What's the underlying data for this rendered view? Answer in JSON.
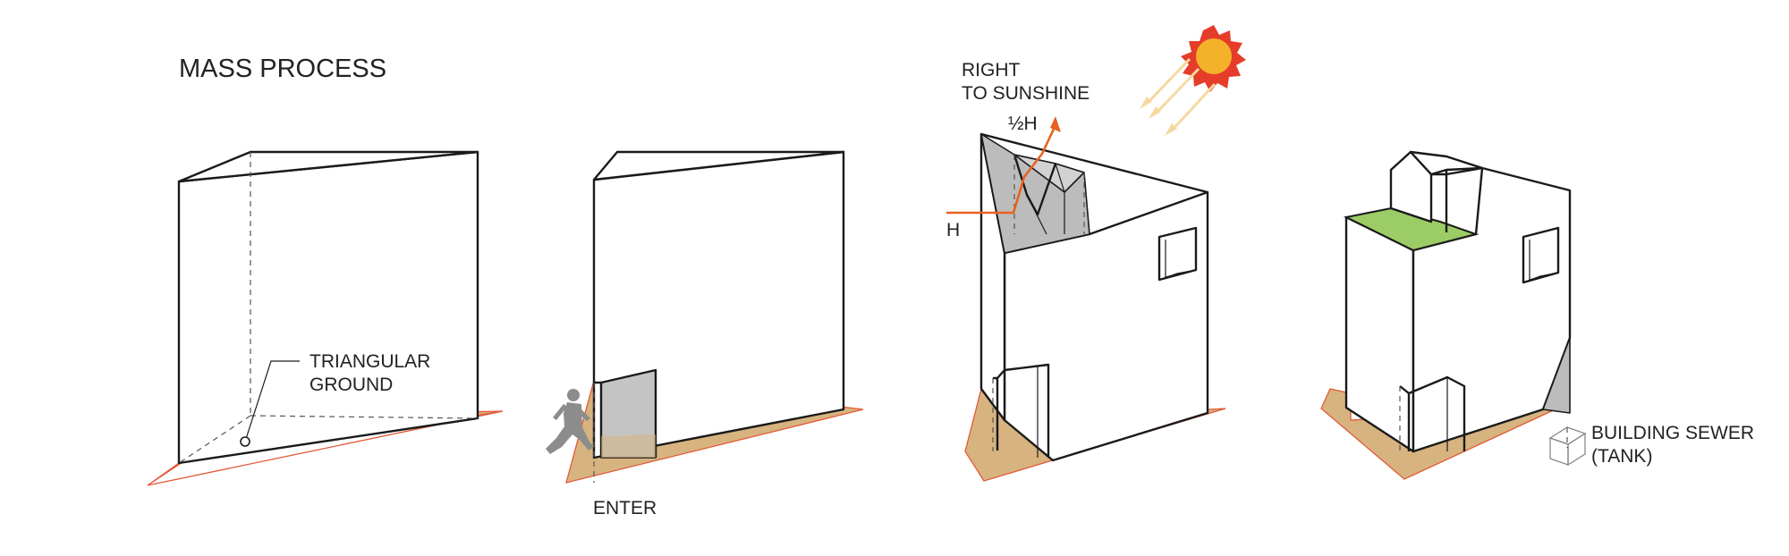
{
  "title": "MASS PROCESS",
  "colors": {
    "ground_fill": "#d7b380",
    "ground_edge": "#e25a36",
    "grey_fill": "#bcbcbc",
    "roof_green": "#9ccc65",
    "arrow_orange": "#e8621f",
    "sun_core": "#f4b12a",
    "sun_rays": "#e53d2a",
    "sun_beams": "#f6d9a0",
    "figure": "#8c8c8c",
    "line": "#1a1a1a"
  },
  "stages": [
    {
      "id": "triangular-ground",
      "labels": {
        "ground_line1": "TRIANGULAR",
        "ground_line2": "GROUND"
      }
    },
    {
      "id": "enter",
      "labels": {
        "enter": "ENTER"
      }
    },
    {
      "id": "right-to-sunshine",
      "labels": {
        "sunshine_line1": "RIGHT",
        "sunshine_line2": "TO SUNSHINE",
        "half_h": "½H",
        "h": "H"
      }
    },
    {
      "id": "building-sewer",
      "labels": {
        "sewer_line1": "BUILDING SEWER",
        "sewer_line2": "(TANK)"
      }
    }
  ],
  "icons": [
    "sun-icon",
    "walking-person-icon",
    "tank-cube-icon"
  ]
}
